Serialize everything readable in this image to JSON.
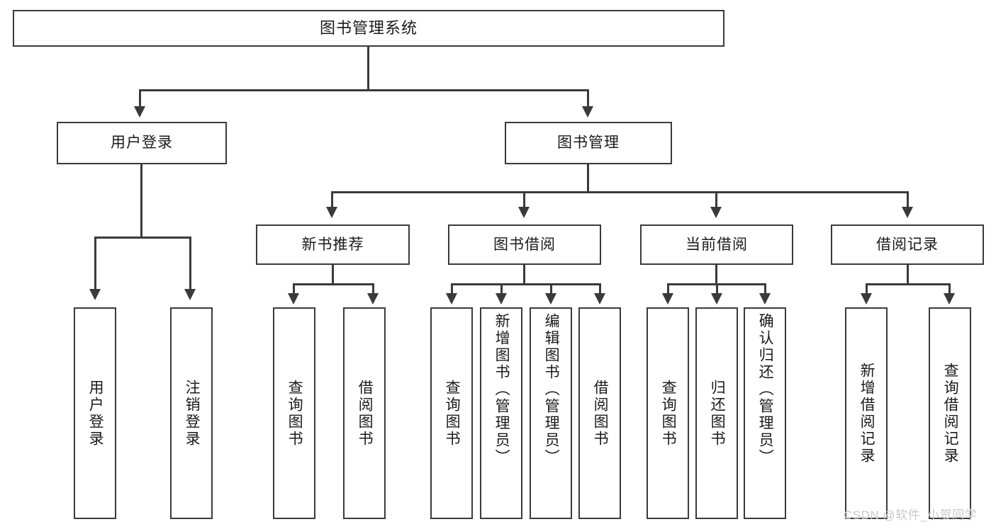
{
  "diagram": {
    "title": "图书管理系统",
    "type": "hierarchy-tree",
    "root": {
      "label": "图书管理系统"
    },
    "level2": [
      {
        "label": "用户登录"
      },
      {
        "label": "图书管理"
      }
    ],
    "level3": [
      {
        "label": "新书推荐"
      },
      {
        "label": "图书借阅"
      },
      {
        "label": "当前借阅"
      },
      {
        "label": "借阅记录"
      }
    ],
    "leaves": {
      "user_login": [
        {
          "label": "用户登录"
        },
        {
          "label": "注销登录"
        }
      ],
      "new_book_recommend": [
        {
          "label": "查询图书"
        },
        {
          "label": "借阅图书"
        }
      ],
      "book_borrow": [
        {
          "label": "查询图书"
        },
        {
          "label": "新增图书（管理员）"
        },
        {
          "label": "编辑图书（管理员）"
        },
        {
          "label": "借阅图书"
        }
      ],
      "current_borrow": [
        {
          "label": "查询图书"
        },
        {
          "label": "归还图书"
        },
        {
          "label": "确认归还（管理员）"
        }
      ],
      "borrow_record": [
        {
          "label": "新增借阅记录"
        },
        {
          "label": "查询借阅记录"
        }
      ]
    }
  },
  "watermark": {
    "text": "CSDN @软件_小贺同学"
  },
  "colors": {
    "line": "#3a3a3a",
    "box_border": "#3a3a3a",
    "box_fill": "#ffffff",
    "text": "#1a1a1a",
    "watermark": "#c8c8c8"
  }
}
